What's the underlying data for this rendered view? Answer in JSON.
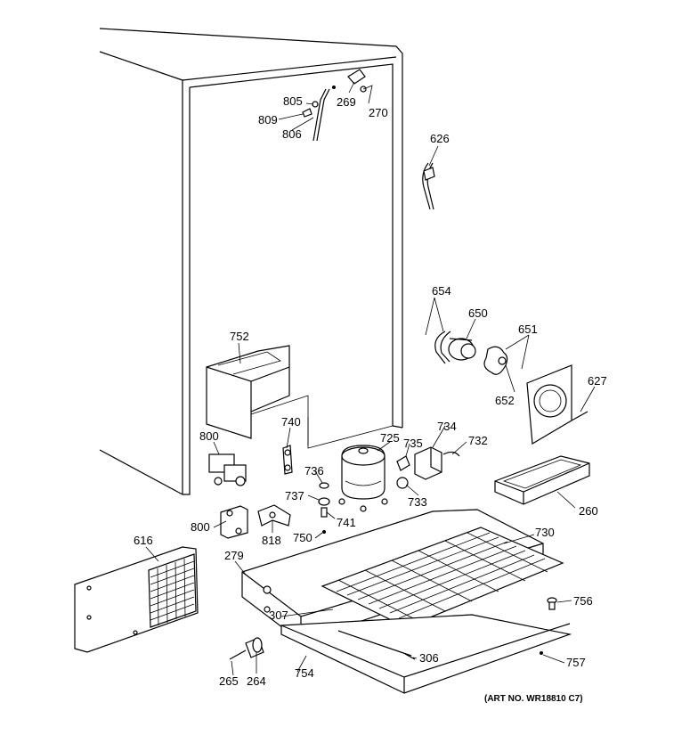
{
  "art_number": "(ART NO. WR18810 C7)",
  "callouts": {
    "p805": "805",
    "p269": "269",
    "p270": "270",
    "p809": "809",
    "p806": "806",
    "p626": "626",
    "p654": "654",
    "p650": "650",
    "p651": "651",
    "p627": "627",
    "p652": "652",
    "p752": "752",
    "p740": "740",
    "p800a": "800",
    "p725": "725",
    "p735": "735",
    "p734": "734",
    "p732": "732",
    "p736": "736",
    "p737": "737",
    "p733": "733",
    "p741": "741",
    "p800b": "800",
    "p818": "818",
    "p750": "750",
    "p260": "260",
    "p616": "616",
    "p279": "279",
    "p730": "730",
    "p756": "756",
    "p307": "307",
    "p306": "306",
    "p757": "757",
    "p265": "265",
    "p264": "264",
    "p754": "754"
  }
}
